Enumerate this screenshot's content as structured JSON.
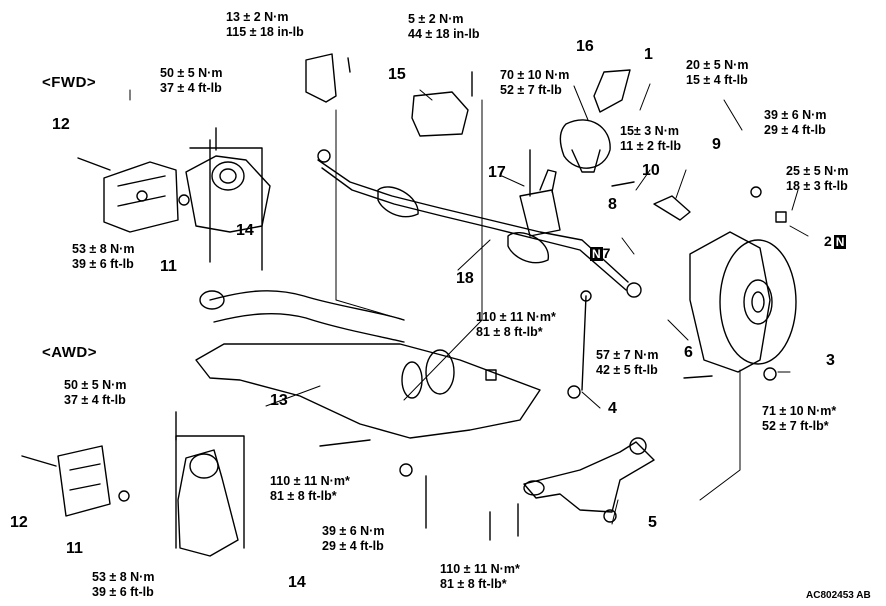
{
  "sections": {
    "fwd": "<FWD>",
    "awd": "<AWD>"
  },
  "torques": {
    "t13": {
      "line1": "13 ± 2 N·m",
      "line2": "115 ± 18 in-lb"
    },
    "t5": {
      "line1": "5 ± 2 N·m",
      "line2": "44 ± 18 in-lb"
    },
    "t70": {
      "line1": "70 ± 10 N·m",
      "line2": "52 ± 7 ft-lb"
    },
    "t20": {
      "line1": "20 ± 5 N·m",
      "line2": "15 ± 4 ft-lb"
    },
    "t15": {
      "line1": "15± 3 N·m",
      "line2": "11 ± 2 ft-lb"
    },
    "t39a": {
      "line1": "39 ± 6 N·m",
      "line2": "29 ± 4 ft-lb"
    },
    "t25": {
      "line1": "25 ± 5 N·m",
      "line2": "18 ± 3 ft-lb"
    },
    "t50fwd": {
      "line1": "50 ± 5 N·m",
      "line2": "37 ± 4 ft-lb"
    },
    "t53fwd": {
      "line1": "53 ± 8 N·m",
      "line2": "39 ± 6 ft-lb"
    },
    "t110a": {
      "line1": "110 ± 11 N·m*",
      "line2": "81 ± 8 ft-lb*"
    },
    "t57": {
      "line1": "57 ± 7 N·m",
      "line2": "42 ± 5 ft-lb"
    },
    "t71": {
      "line1": "71 ± 10 N·m*",
      "line2": "52 ± 7 ft-lb*"
    },
    "t50awd": {
      "line1": "50 ± 5 N·m",
      "line2": "37 ± 4 ft-lb"
    },
    "t110b": {
      "line1": "110 ± 11 N·m*",
      "line2": "81 ± 8 ft-lb*"
    },
    "t39b": {
      "line1": "39 ± 6 N·m",
      "line2": "29 ± 4 ft-lb"
    },
    "t53awd": {
      "line1": "53 ± 8 N·m",
      "line2": "39 ± 6 ft-lb"
    },
    "t110c": {
      "line1": "110 ± 11 N·m*",
      "line2": "81 ± 8 ft-lb*"
    }
  },
  "callouts": {
    "c1": "1",
    "c2": "2",
    "c3": "3",
    "c4": "4",
    "c5": "5",
    "c6": "6",
    "c7": "7",
    "c8": "8",
    "c9": "9",
    "c10": "10",
    "c11": "11",
    "c11b": "11",
    "c12": "12",
    "c12b": "12",
    "c13": "13",
    "c14": "14",
    "c14b": "14",
    "c15": "15",
    "c16": "16",
    "c17": "17",
    "c18": "18"
  },
  "badge_letter": "N",
  "figure_code": "AC802453 AB"
}
